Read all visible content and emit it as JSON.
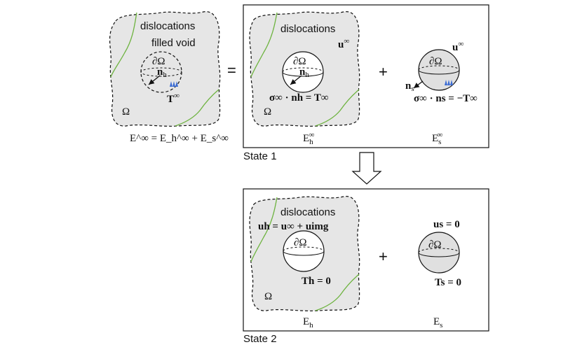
{
  "colors": {
    "region_fill": "#e6e6e6",
    "dislocation": "#6db33f",
    "traction": "#3a6bd4",
    "void_fill": "#ffffff",
    "sphere_fill": "#e0e0e0"
  },
  "left_panel": {
    "dislocations": "dislocations",
    "filled_void": "filled void",
    "boundary": "∂Ω",
    "normal": "n",
    "normal_sub": "h",
    "traction": "T",
    "traction_sup": "∞",
    "domain": "Ω",
    "energy_caption": "E^∞ = E_h^∞ + E_s^∞"
  },
  "equals": "=",
  "state1": {
    "title": "State 1",
    "dislocations": "dislocations",
    "boundary": "∂Ω",
    "normal": "n",
    "normal_sub": "h",
    "domain": "Ω",
    "u_label": "u",
    "u_sup": "∞",
    "bc_h": "σ∞ · nh = T∞",
    "plus": "+",
    "sphere_boundary": "∂Ω",
    "sphere_u": "u",
    "sphere_u_sup": "∞",
    "sphere_normal": "n",
    "sphere_normal_sub": "s",
    "bc_s": "σ∞ · ns = −T∞",
    "energy_h": "E",
    "energy_h_sub": "h",
    "energy_h_sup": "∞",
    "energy_s": "E",
    "energy_s_sub": "s",
    "energy_s_sup": "∞"
  },
  "state2": {
    "title": "State 2",
    "dislocations": "dislocations",
    "u_h": "uh = u∞ + uimg",
    "boundary": "∂Ω",
    "t_h": "Th = 0",
    "domain": "Ω",
    "plus": "+",
    "u_s": "us = 0",
    "sphere_boundary": "∂Ω",
    "t_s": "Ts = 0",
    "energy_h": "E",
    "energy_h_sub": "h",
    "energy_s": "E",
    "energy_s_sub": "s"
  }
}
